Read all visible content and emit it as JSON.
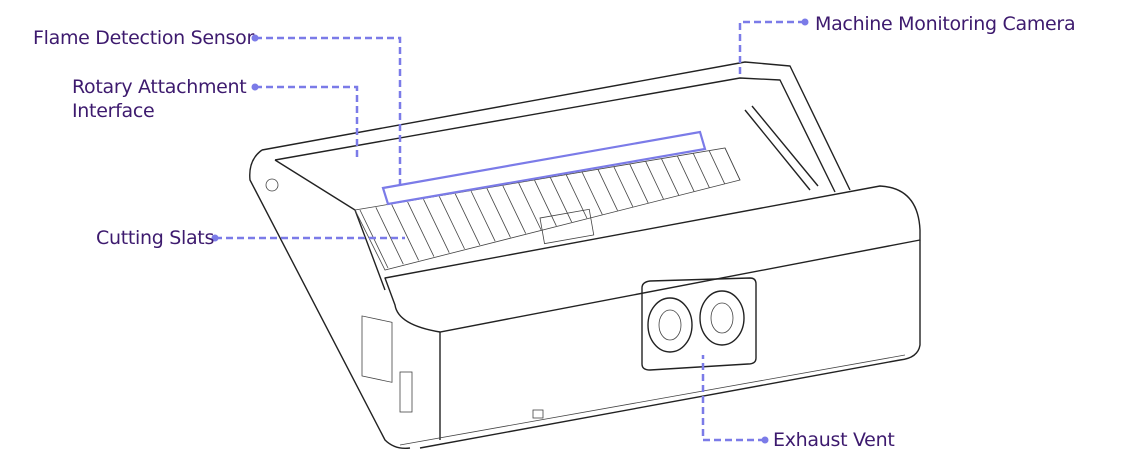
{
  "callouts": {
    "flame_sensor": "Flame Detection Sensor",
    "rotary_line1": "Rotary Attachment",
    "rotary_line2": "Interface",
    "cutting_slats": "Cutting Slats",
    "camera": "Machine Monitoring Camera",
    "exhaust_vent": "Exhaust Vent"
  },
  "colors": {
    "label": "#3d1a6e",
    "callout_line": "#7b7be8",
    "drawing": "#222222"
  }
}
